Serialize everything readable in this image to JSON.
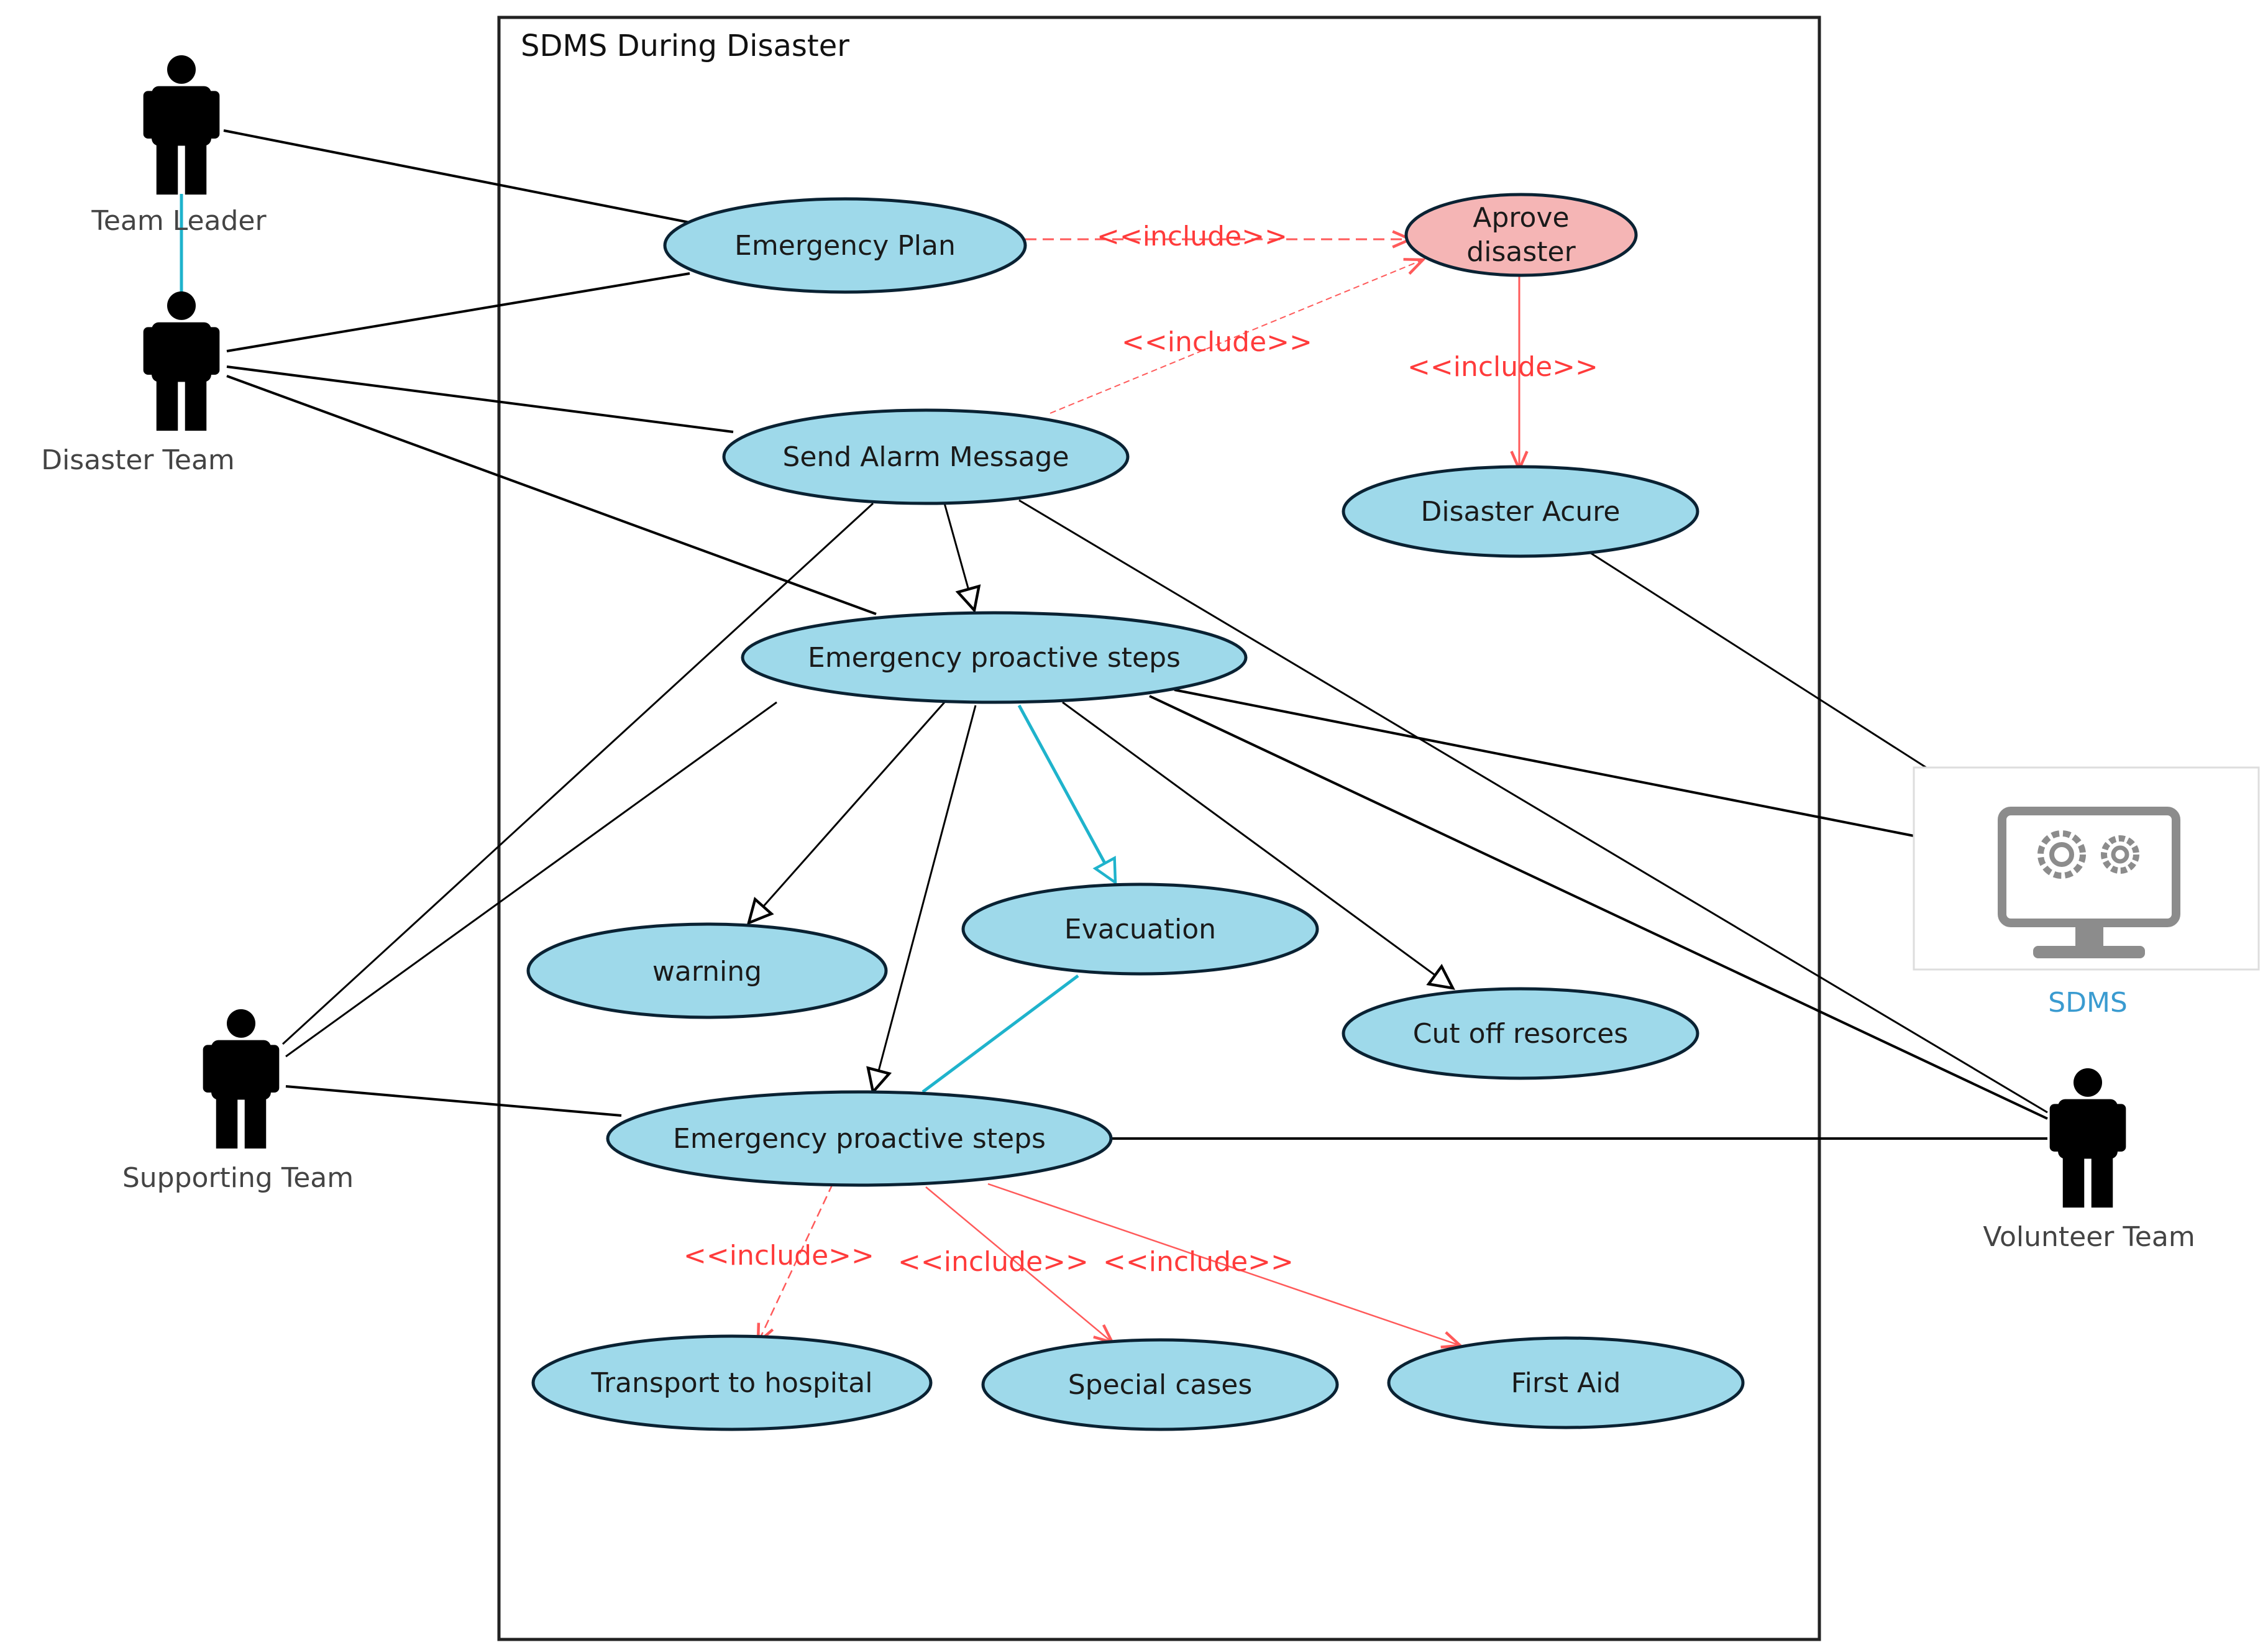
{
  "system": {
    "title": "SDMS During Disaster"
  },
  "actors": {
    "team_leader": "Team Leader",
    "disaster_team": "Disaster Team",
    "supporting_team": "Supporting Team",
    "volunteer_team": "Volunteer Team",
    "sdms": "SDMS"
  },
  "use_cases": {
    "emergency_plan": "Emergency Plan",
    "aprove_disaster_line1": "Aprove",
    "aprove_disaster_line2": "disaster",
    "send_alarm": "Send Alarm Message",
    "disaster_acure": "Disaster Acure",
    "emergency_steps_1": "Emergency proactive steps",
    "warning": "warning",
    "evacuation": "Evacuation",
    "cut_off": "Cut off resorces",
    "emergency_steps_2": "Emergency proactive steps",
    "transport": "Transport to hospital",
    "special_cases": "Special cases",
    "first_aid": "First Aid"
  },
  "include_labels": {
    "plan_to_approve": "<<include>>",
    "alarm_to_approve": "<<include>>",
    "approve_to_acure": "<<include>>",
    "to_transport": "<<include>>",
    "to_special": "<<include>>",
    "to_first_aid": "<<include>>"
  },
  "colors": {
    "use_case_fill": "#9ed9ea",
    "use_case_stroke": "#0a2233",
    "highlight_fill": "#f5b5b5",
    "include_line": "#ff5a5a",
    "teal_line": "#1fb3cc",
    "actor": "#000000"
  }
}
